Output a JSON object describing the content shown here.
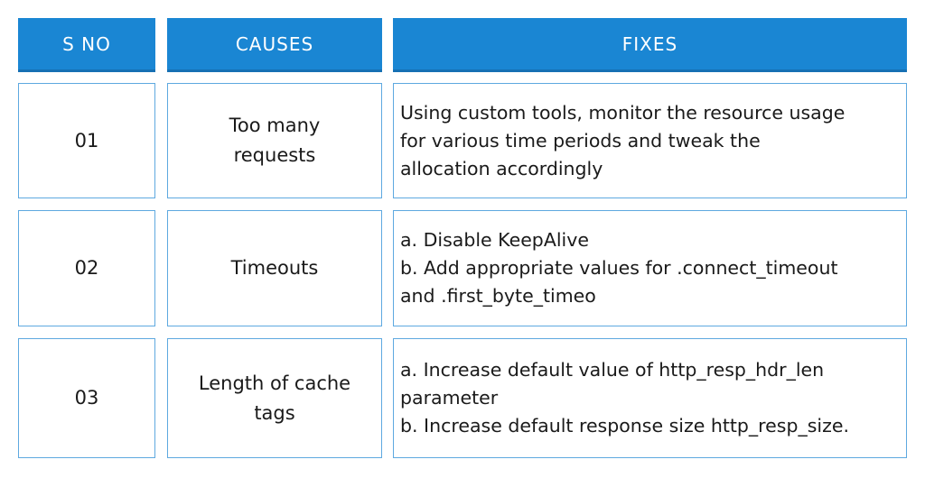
{
  "table": {
    "headers": [
      "S NO",
      "CAUSES",
      "FIXES"
    ],
    "rows": [
      {
        "sno": "01",
        "cause": [
          "Too many",
          "requests"
        ],
        "fix": [
          "Using custom tools, monitor the resource usage",
          "for various time periods and tweak the",
          "allocation accordingly"
        ]
      },
      {
        "sno": "02",
        "cause": [
          "Timeouts"
        ],
        "fix": [
          "a. Disable KeepAlive",
          "b. Add appropriate values for .connect_timeout",
          "and .first_byte_timeo"
        ]
      },
      {
        "sno": "03",
        "cause": [
          "Length of cache",
          "tags"
        ],
        "fix": [
          "a. Increase default value of http_resp_hdr_len",
          "parameter",
          "b. Increase default response size http_resp_size."
        ]
      }
    ]
  },
  "colors": {
    "header_bg": "#1a86d3",
    "header_text": "#ffffff",
    "cell_border": "#5ea9e0"
  }
}
